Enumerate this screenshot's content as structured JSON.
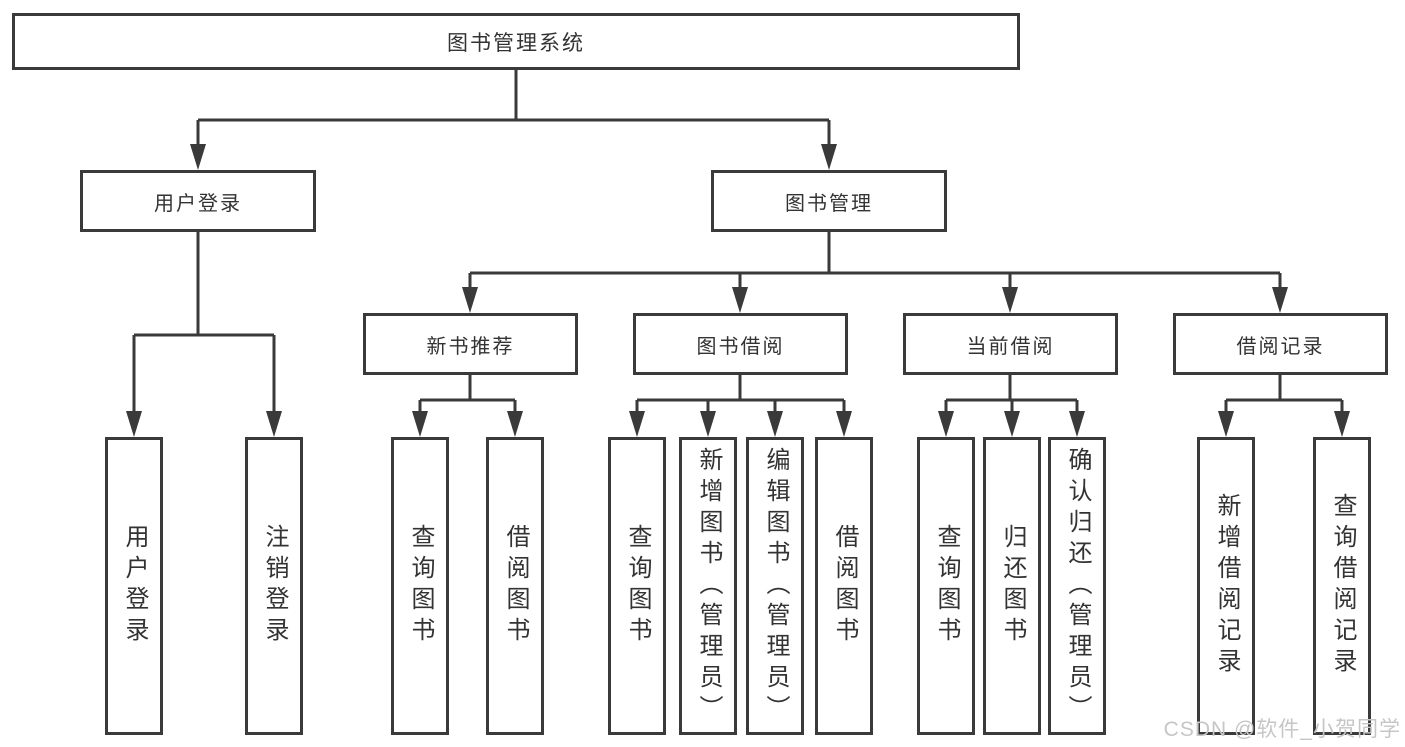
{
  "diagram": {
    "nodes": {
      "root": "图书管理系统",
      "user_login": "用户登录",
      "book_management": "图书管理",
      "new_book_recommend": "新书推荐",
      "book_borrow": "图书借阅",
      "current_borrow": "当前借阅",
      "borrow_record": "借阅记录",
      "leaf_user_login": "用户登录",
      "leaf_logout": "注销登录",
      "leaf_query_book_a": "查询图书",
      "leaf_borrow_book_a": "借阅图书",
      "leaf_query_book_b": "查询图书",
      "leaf_add_book_admin": "新增图书（管理员）",
      "leaf_edit_book_admin": "编辑图书（管理员）",
      "leaf_borrow_book_b": "借阅图书",
      "leaf_query_book_c": "查询图书",
      "leaf_return_book": "归还图书",
      "leaf_confirm_return_admin": "确认归还（管理员）",
      "leaf_add_borrow_record": "新增借阅记录",
      "leaf_query_borrow_record": "查询借阅记录"
    },
    "colors": {
      "line": "#3a3a3a",
      "text": "#333333",
      "background": "#ffffff",
      "watermark": "#c6c6c6"
    }
  },
  "watermark": "CSDN @软件_小贺同学"
}
